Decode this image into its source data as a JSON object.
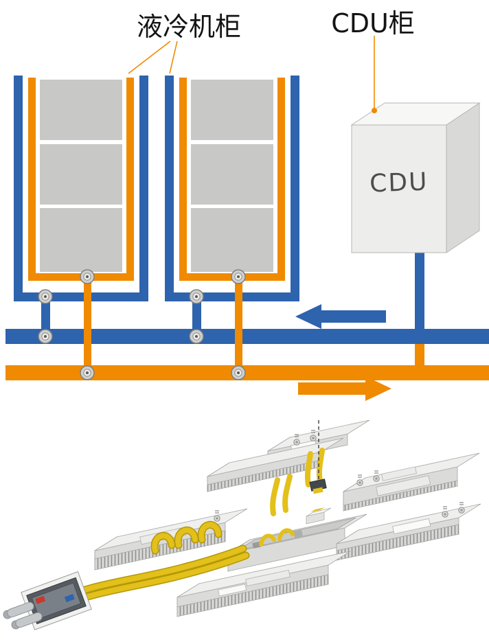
{
  "labels": {
    "cabinet_label": "液冷机柜",
    "cdu_cabinet_label": "CDU柜",
    "cdu_box_text": "CDU"
  },
  "colors": {
    "pipe_blue": "#2E63AD",
    "pipe_orange": "#F08A00",
    "block_gray": "#C8C8C6",
    "cdu_front": "#EDEDEB",
    "cdu_top": "#F7F7F5",
    "cdu_side": "#D9D9D7",
    "leader_orange": "#F08A00",
    "cable_yellow": "#E3C01A",
    "cable_shadow": "#B29708"
  },
  "flow": {
    "blue_pipe_arrow_direction": "left",
    "orange_pipe_arrow_direction": "right"
  },
  "icons": {
    "pipe_coupling": "concentric-circles",
    "blue_flow_arrow": "arrow-left",
    "orange_flow_arrow": "arrow-right"
  }
}
